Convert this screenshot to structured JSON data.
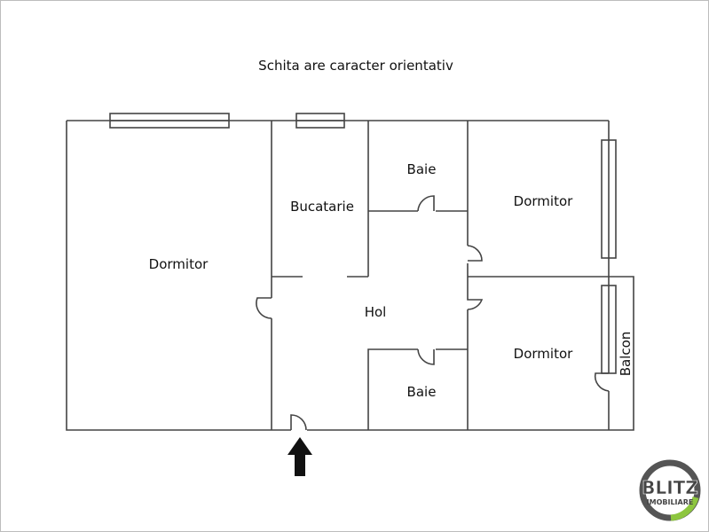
{
  "title": "Schita are caracter orientativ",
  "rooms": {
    "dormitor_left": "Dormitor",
    "bucatarie": "Bucatarie",
    "baie_top": "Baie",
    "dormitor_top_right": "Dormitor",
    "hol": "Hol",
    "baie_bottom": "Baie",
    "dormitor_bottom_right": "Dormitor",
    "balcon": "Balcon"
  },
  "logo": {
    "brand": "BLITZ",
    "sub": "IMOBILIARE",
    "accent": "#8dc63f"
  }
}
